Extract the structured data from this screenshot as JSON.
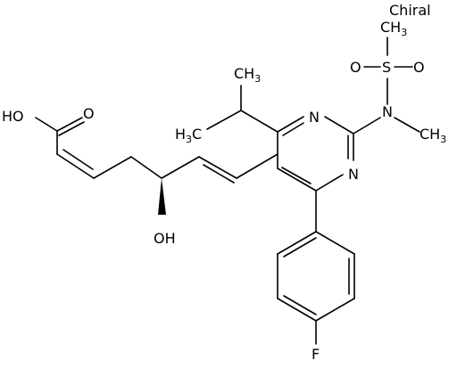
{
  "label": {
    "chiral": "Chiral"
  },
  "atoms": {
    "ho": "HO",
    "o_carbonyl": "O",
    "oh": "OH",
    "n_top": "N",
    "n_bottom": "N",
    "n_sulfonamide": "N",
    "s": "S",
    "o_left": "O",
    "o_right": "O",
    "f": "F",
    "ch3_iso_top": "CH",
    "ch3_iso_top_sub": "3",
    "h3c_iso_left_h": "H",
    "h3c_iso_left_sub": "3",
    "h3c_iso_left_c": "C",
    "ch3_s_top": "CH",
    "ch3_s_top_sub": "3",
    "ch3_n_right": "CH",
    "ch3_n_right_sub": "3"
  },
  "colors": {
    "bond": "#000000",
    "text": "#000000",
    "background": "#ffffff"
  }
}
